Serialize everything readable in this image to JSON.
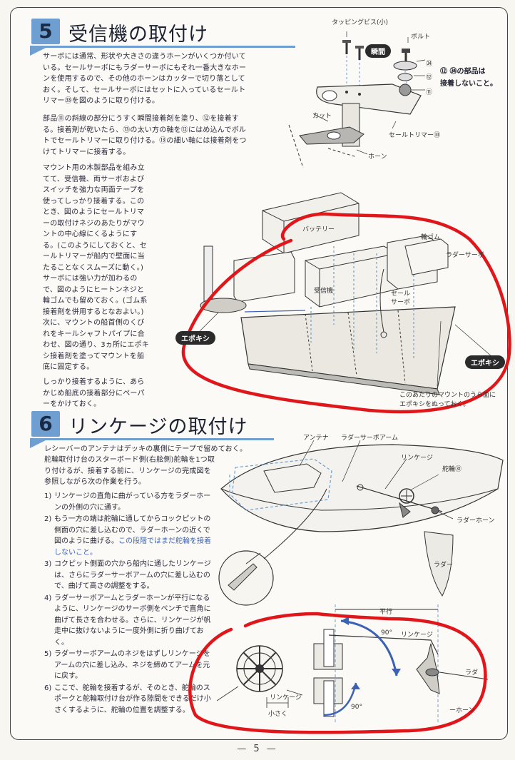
{
  "section5": {
    "number": "5",
    "title": "受信機の取付け",
    "para1": "サーボには通常、形状や大きさの違うホーンがいくつか付いている。セールサーボにもラダーサーボにもそれ一番大きなホーンを使用するので、その他のホーンはカッターで切り落としておく。そして、セールサーボにはセットに入っているセールトリマー㉝を図のように取り付ける。",
    "para2": "部品⑪の斜線の部分にうすく瞬間接着剤を塗り、⑫を接着する。接着剤が乾いたら、⑬の太い方の軸を⑫にはめ込んでボルトでセールトリマーに取り付ける。⑬の細い軸には接着剤をつけてトリマーに接着する。",
    "para3": "マウント用の木製部品を組み立てて、受信機、両サーボおよびスイッチを強力な両面テープを使ってしっかり接着する。このとき、図のようにセールトリマーの取付けネジのあたりがマウントの中心線にくるようにする。(このようにしておくと、セールトリマーが船内で壁面に当たることなくスムーズに動く。) サーボには強い力が加わるので、図のようにヒートンネジと輪ゴムでも留めておく。(ゴム系接着剤を併用するとなおよい。)",
    "para4": "次に、マウントの船首側のくびれをキールシャフトパイプに合わせ、図の通り、3ヵ所にエポキシ接着剤を塗ってマウントを船底に固定する。",
    "para4_blue": "しっかり接着するように、あらかじめ船底の接着部分にペーパーをかけておく。",
    "fig1": {
      "tapping_screw": "タッピングビス(小)",
      "bolt": "ボルト",
      "instant": "瞬間",
      "note_line1": "⑫ ㉞の部品は",
      "note_line2": "接着しないこと。",
      "cut": "カット",
      "sail_trimmer": "セールトリマー㉝",
      "horn": "ホーン",
      "n34": "㉞",
      "n12": "⑫",
      "n11": "⑪"
    },
    "fig2": {
      "battery": "バッテリー",
      "rubber_band": "輪ゴム",
      "rudder_servo": "ラダーサーボ",
      "receiver": "受信機",
      "sail_servo_1": "セール",
      "sail_servo_2": "サーボ",
      "epoxy_left": "エポキシ",
      "epoxy_right": "エポキシ",
      "note_line1": "このあたりのマウントのうら面に",
      "note_line2": "エポキシをぬっておく。"
    }
  },
  "section6": {
    "number": "6",
    "title": "リンケージの取付け",
    "para1": "レシーバーのアンテナはデッキの裏側にテープで留めておく。",
    "para2": "舵輪取付け台のスターボード側(右舷側)舵輪を1つ取り付けるが、接着する前に、リンケージの完成図を参照しながら次の作業を行う。",
    "steps": [
      {
        "n": "1)",
        "text": "リンケージの直角に曲がっている方をラダーホーンの外側の穴に通す。"
      },
      {
        "n": "2)",
        "text": "もう一方の端は舵輪に通してからコックピットの側面の穴に差し込むので、ラダーホーンの近くで図のように曲げる。",
        "blue": "この段階ではまだ舵輪を接着しないこと。"
      },
      {
        "n": "3)",
        "text": "コクピット側面の穴から船内に通したリンケージは、さらにラダーサーボアームの穴に差し込むので、曲げて高さの調整をする。"
      },
      {
        "n": "4)",
        "text": "ラダーサーボアームとラダーホーンが平行になるように、リンケージのサーボ側をペンチで直角に曲げて長さを合わせる。さらに、リンケージが帆走中に抜けないように一度外側に折り曲げておく。"
      },
      {
        "n": "5)",
        "text": "ラダーサーボアームのネジをはずしリンケージをアームの穴に差し込み、ネジを締めてアームを元に戻す。"
      },
      {
        "n": "6)",
        "text": "ここで、舵輪を接着するが、そのとき、舵輪のスポークと舵輪取付け台が作る隙間をできるだけ小さくするように、舵輪の位置を調整する。"
      }
    ],
    "fig3": {
      "antenna": "アンテナ",
      "rudder_servo_arm": "ラダーサーボアーム",
      "linkage": "リンケージ",
      "wheel": "舵輪㉛",
      "rudder_horn": "ラダーホーン",
      "rudder": "ラダー"
    },
    "fig4": {
      "parallel": "平行",
      "deg90_a": "90°",
      "linkage": "リンケージ",
      "rudder": "ラダ",
      "deg90_b": "90°",
      "rudder_horn": "ーホーン",
      "linkage_small": "リンケージ",
      "small": "小さく"
    }
  },
  "footer": {
    "page": "— 5 —"
  },
  "colors": {
    "accent": "#6f9fd0",
    "red_mark": "#e0161a",
    "blue_text": "#3b62b5"
  }
}
